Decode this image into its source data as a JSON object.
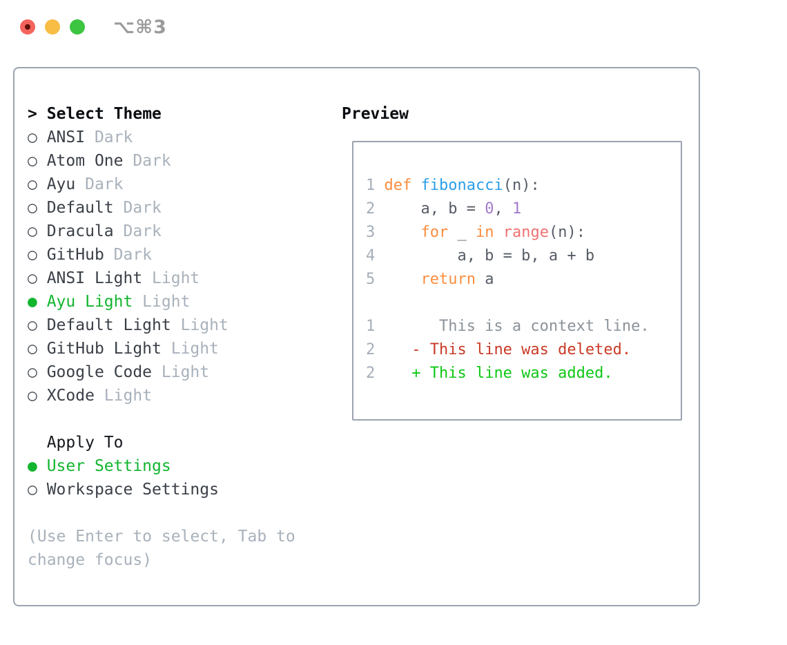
{
  "window": {
    "title": "⌥⌘3",
    "traffic_lights": [
      "close",
      "minimize",
      "zoom"
    ]
  },
  "theme_picker": {
    "heading": {
      "marker": ">",
      "label": "Select Theme"
    },
    "themes": [
      {
        "marker": "○",
        "name": "ANSI",
        "variant": "Dark",
        "selected": false
      },
      {
        "marker": "○",
        "name": "Atom One",
        "variant": "Dark",
        "selected": false
      },
      {
        "marker": "○",
        "name": "Ayu",
        "variant": "Dark",
        "selected": false
      },
      {
        "marker": "○",
        "name": "Default",
        "variant": "Dark",
        "selected": false
      },
      {
        "marker": "○",
        "name": "Dracula",
        "variant": "Dark",
        "selected": false
      },
      {
        "marker": "○",
        "name": "GitHub",
        "variant": "Dark",
        "selected": false
      },
      {
        "marker": "○",
        "name": "ANSI Light",
        "variant": "Light",
        "selected": false
      },
      {
        "marker": "●",
        "name": "Ayu Light",
        "variant": "Light",
        "selected": true
      },
      {
        "marker": "○",
        "name": "Default Light",
        "variant": "Light",
        "selected": false
      },
      {
        "marker": "○",
        "name": "GitHub Light",
        "variant": "Light",
        "selected": false
      },
      {
        "marker": "○",
        "name": "Google Code",
        "variant": "Light",
        "selected": false
      },
      {
        "marker": "○",
        "name": "XCode",
        "variant": "Light",
        "selected": false
      }
    ],
    "apply_to": {
      "heading": "Apply To",
      "options": [
        {
          "marker": "●",
          "label": "User Settings",
          "selected": true
        },
        {
          "marker": "○",
          "label": "Workspace Settings",
          "selected": false
        }
      ]
    },
    "hint": "(Use Enter to select, Tab to change focus)"
  },
  "preview": {
    "heading": "Preview",
    "lines": [
      {
        "num": "1",
        "segments": [
          {
            "t": "def",
            "c": "kw"
          },
          {
            "t": " ",
            "c": "fg"
          },
          {
            "t": "fibonacci",
            "c": "fn"
          },
          {
            "t": "(n):",
            "c": "fg"
          }
        ]
      },
      {
        "num": "2",
        "segments": [
          {
            "t": "    a, b = ",
            "c": "fg"
          },
          {
            "t": "0",
            "c": "num"
          },
          {
            "t": ", ",
            "c": "fg"
          },
          {
            "t": "1",
            "c": "num"
          }
        ]
      },
      {
        "num": "3",
        "segments": [
          {
            "t": "    ",
            "c": "fg"
          },
          {
            "t": "for",
            "c": "kw"
          },
          {
            "t": " _ ",
            "c": "fg"
          },
          {
            "t": "in",
            "c": "kw"
          },
          {
            "t": " ",
            "c": "fg"
          },
          {
            "t": "range",
            "c": "call"
          },
          {
            "t": "(n):",
            "c": "fg"
          }
        ]
      },
      {
        "num": "4",
        "segments": [
          {
            "t": "        a, b = b, a + b",
            "c": "fg"
          }
        ]
      },
      {
        "num": "5",
        "segments": [
          {
            "t": "    ",
            "c": "fg"
          },
          {
            "t": "return",
            "c": "kw"
          },
          {
            "t": " a",
            "c": "fg"
          }
        ]
      },
      {
        "num": "",
        "segments": []
      },
      {
        "num": "1",
        "segments": [
          {
            "t": "      This is a context line.",
            "c": "ctx"
          }
        ]
      },
      {
        "num": "2",
        "segments": [
          {
            "t": "   ",
            "c": "fg"
          },
          {
            "t": "- This line was deleted.",
            "c": "del"
          }
        ]
      },
      {
        "num": "2",
        "segments": [
          {
            "t": "   ",
            "c": "fg"
          },
          {
            "t": "+ This line was added.",
            "c": "add"
          }
        ]
      }
    ]
  },
  "colors": {
    "selected_green": "#12b52f",
    "variant_gray": "#a8b1bb",
    "panel_border": "#9aa3ae",
    "keyword_orange": "#fa8d3e",
    "function_blue": "#2b9ee8",
    "number_purple": "#a37acc",
    "call_red": "#f07171",
    "code_fg": "#565c66",
    "line_number_gray": "#a4adb8",
    "diff_deleted_red": "#c93a26",
    "diff_added_green": "#0ec715",
    "traffic_red": "#f4645c",
    "traffic_yellow": "#f7bd45",
    "traffic_green": "#3dc440"
  }
}
